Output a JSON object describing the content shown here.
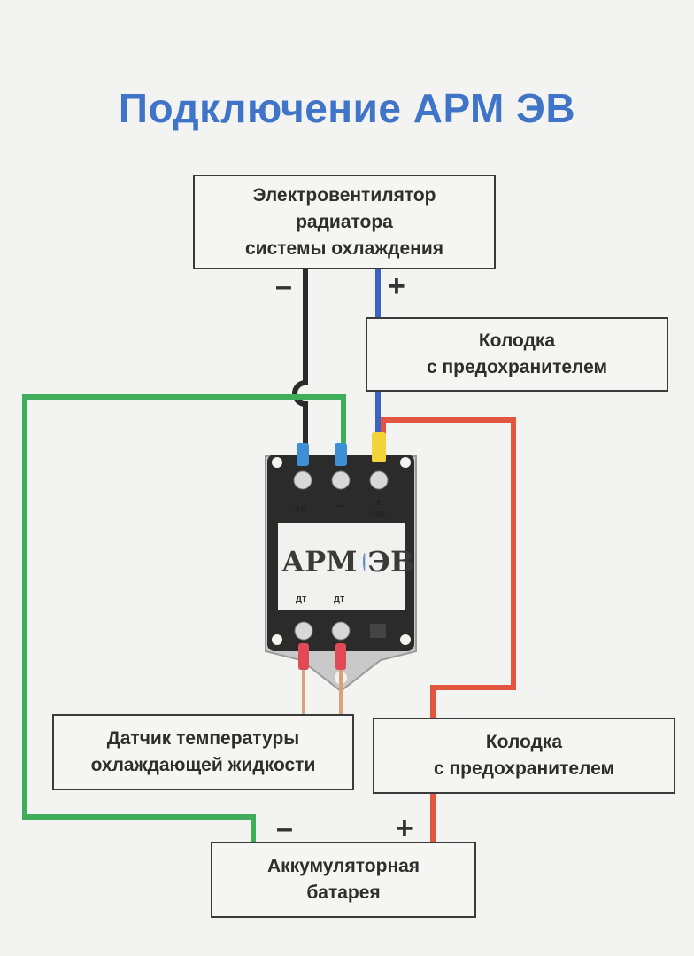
{
  "title": "Подключение АРМ ЭВ",
  "boxes": {
    "fan": "Электровентилятор\nрадиатора\nсистемы охлаждения",
    "fuse_top": "Колодка\nс предохранителем",
    "sensor": "Датчик температуры\nохлаждающей жидкости",
    "fuse_bottom": "Колодка\nс предохранителем",
    "battery": "Аккумуляторная\nбатарея"
  },
  "signs": {
    "fan_minus": "–",
    "fan_plus": "+",
    "battery_minus": "–",
    "battery_plus": "+"
  },
  "device": {
    "logo_left": "АРМ",
    "logo_right": "ЭВ",
    "terminal_minus_ev": "–эв",
    "terminal_minus": "–",
    "terminal_plus": "+",
    "terminal_plus_ev": "+эв",
    "sensor_label_1": "дт",
    "sensor_label_2": "дт"
  },
  "colors": {
    "title": "#3f74c9",
    "wire_black": "#2b2b2b",
    "wire_blue": "#3b63c4",
    "wire_green": "#3fae5a",
    "wire_red": "#e2563f",
    "wire_sensor": "#d9a27a",
    "device_body": "#2b2b2b"
  }
}
